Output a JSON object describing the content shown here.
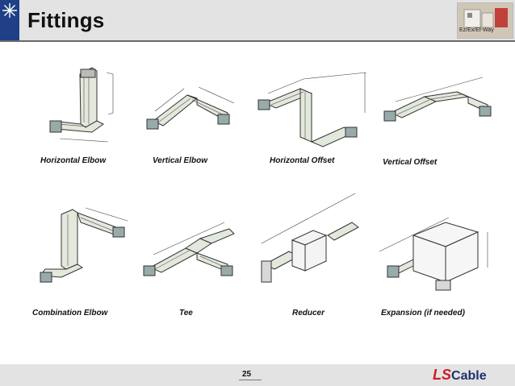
{
  "header": {
    "title": "Fittings",
    "photo_caption": "Ez/Ex/Ef-Way",
    "accent": "#1f3f86"
  },
  "items": [
    {
      "label": "Horizontal Elbow"
    },
    {
      "label": "Vertical Elbow"
    },
    {
      "label": "Horizontal Offset"
    },
    {
      "label": "Vertical Offset"
    },
    {
      "label": "Combination Elbow"
    },
    {
      "label": "Tee"
    },
    {
      "label": "Reducer"
    },
    {
      "label": "Expansion (if needed)"
    }
  ],
  "footer": {
    "page_number": "25",
    "brand_ls": "LS",
    "brand_cable": "Cable",
    "brand_color": "#d01b25"
  }
}
